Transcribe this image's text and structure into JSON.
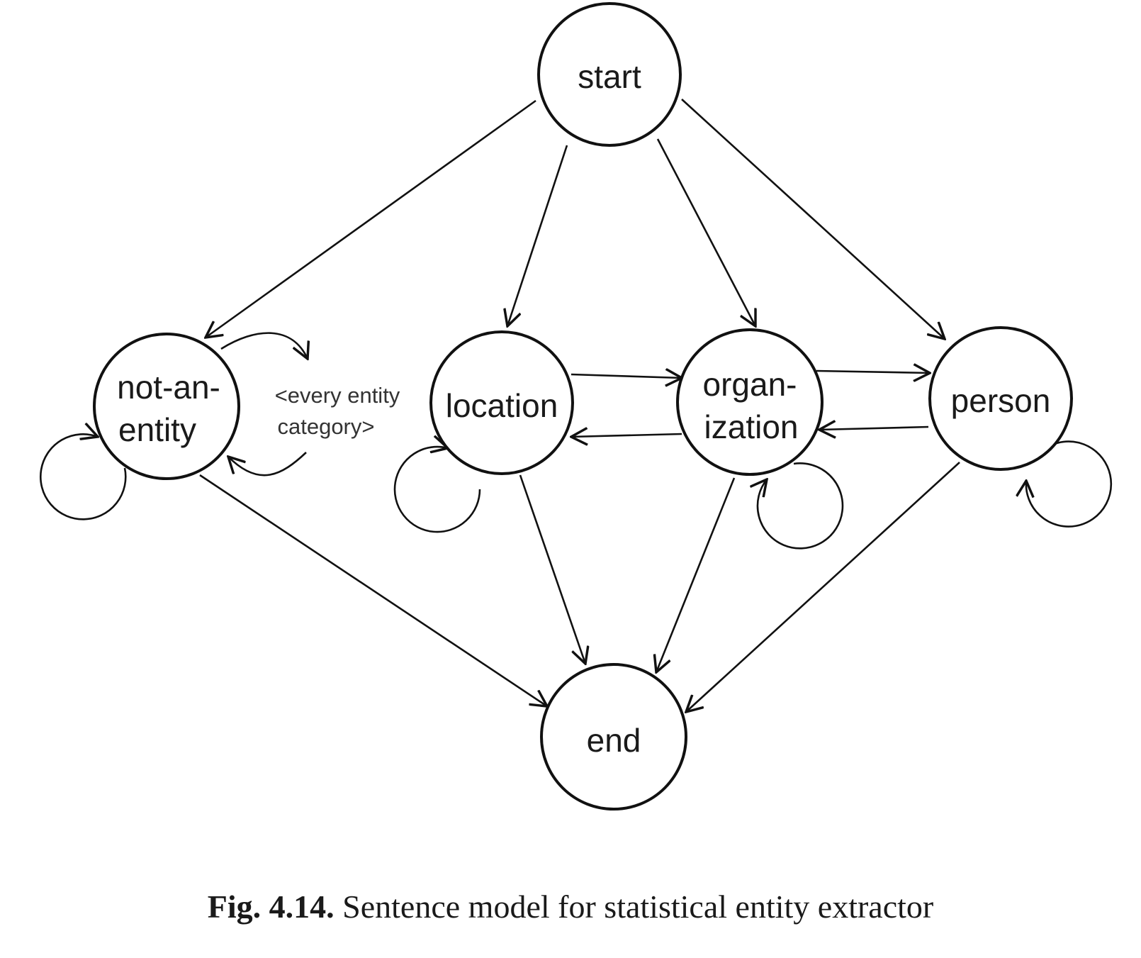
{
  "nodes": {
    "start": {
      "lines": [
        "start"
      ]
    },
    "not_an_entity": {
      "lines": [
        "not-an-",
        "entity"
      ]
    },
    "location": {
      "lines": [
        "location"
      ]
    },
    "organization": {
      "lines": [
        "organ-",
        "ization"
      ]
    },
    "person": {
      "lines": [
        "person"
      ]
    },
    "end": {
      "lines": [
        "end"
      ]
    }
  },
  "edge_label": {
    "line1": "<every entity",
    "line2": "category>"
  },
  "edges": [
    {
      "from": "start",
      "to": "not_an_entity"
    },
    {
      "from": "start",
      "to": "location"
    },
    {
      "from": "start",
      "to": "organization"
    },
    {
      "from": "start",
      "to": "person"
    },
    {
      "from": "location",
      "to": "organization"
    },
    {
      "from": "organization",
      "to": "location"
    },
    {
      "from": "organization",
      "to": "person"
    },
    {
      "from": "person",
      "to": "organization"
    },
    {
      "from": "not_an_entity",
      "to": "end"
    },
    {
      "from": "location",
      "to": "end"
    },
    {
      "from": "organization",
      "to": "end"
    },
    {
      "from": "person",
      "to": "end"
    },
    {
      "from": "not_an_entity",
      "to": "not_an_entity"
    },
    {
      "from": "location",
      "to": "location"
    },
    {
      "from": "organization",
      "to": "organization"
    },
    {
      "from": "person",
      "to": "person"
    },
    {
      "from": "not_an_entity",
      "to": "every_entity_category"
    },
    {
      "from": "every_entity_category",
      "to": "not_an_entity"
    }
  ],
  "caption": {
    "number": "Fig. 4.14.",
    "text": " Sentence model for statistical entity extractor"
  }
}
